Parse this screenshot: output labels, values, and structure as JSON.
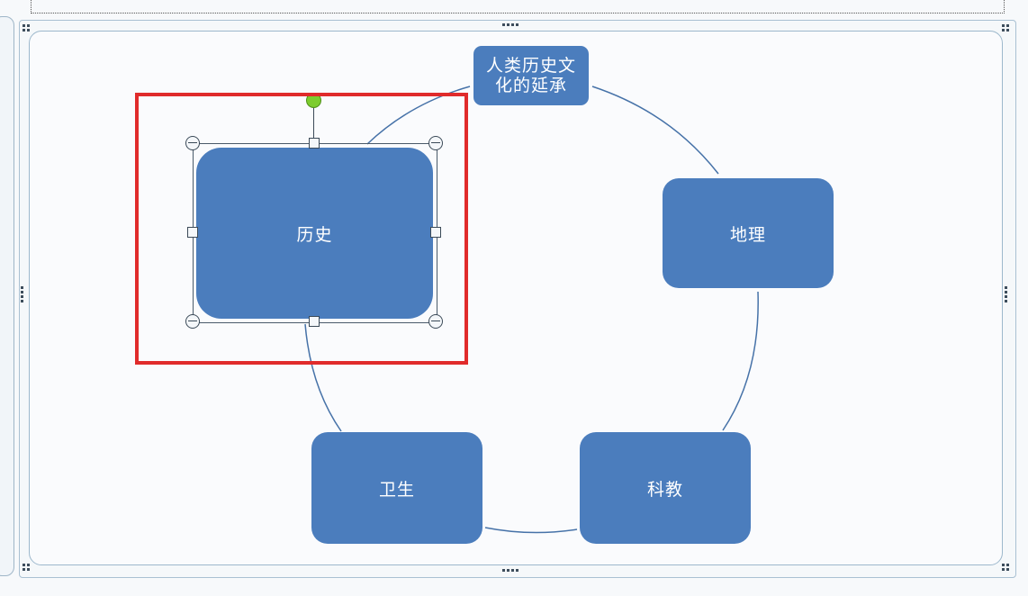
{
  "diagram": {
    "center_title": "人类历史文\n化的延承",
    "nodes": {
      "history": "历史",
      "geography": "地理",
      "science_education": "科教",
      "hygiene": "卫生"
    }
  },
  "colors": {
    "node_fill": "#4b7dbd",
    "connector": "#4672a8",
    "highlight": "#e02b2b",
    "rotate_handle": "#7ccc2e"
  }
}
